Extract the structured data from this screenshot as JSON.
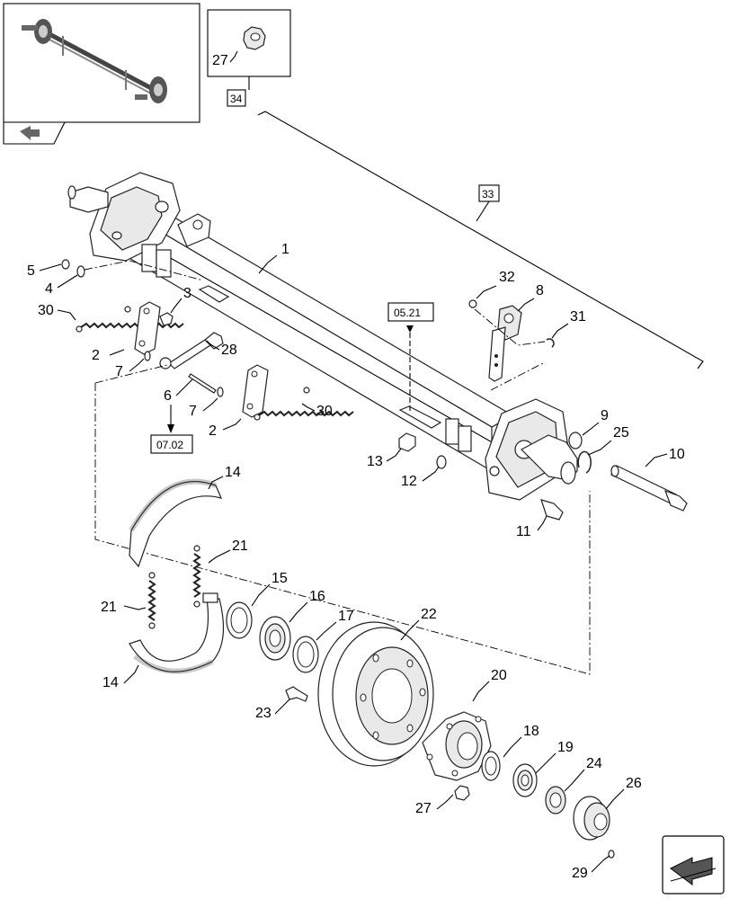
{
  "diagram": {
    "callouts": {
      "c1": "1",
      "c2a": "2",
      "c2b": "2",
      "c3": "3",
      "c4": "4",
      "c5": "5",
      "c6": "6",
      "c7a": "7",
      "c7b": "7",
      "c8": "8",
      "c9": "9",
      "c10": "10",
      "c11": "11",
      "c12": "12",
      "c13": "13",
      "c14a": "14",
      "c14b": "14",
      "c15": "15",
      "c16": "16",
      "c17": "17",
      "c18": "18",
      "c19": "19",
      "c20": "20",
      "c21a": "21",
      "c21b": "21",
      "c22": "22",
      "c23": "23",
      "c24": "24",
      "c25": "25",
      "c26": "26",
      "c27a": "27",
      "c27b": "27",
      "c28": "28",
      "c29": "29",
      "c30a": "30",
      "c30b": "30",
      "c31": "31",
      "c32": "32"
    },
    "refs": {
      "r33": "33",
      "r34": "34",
      "r0521": "05.21",
      "r0702": "07.02"
    },
    "icons": {
      "thumbnail": "axle-overview-thumbnail",
      "nav_back": "back-arrow-icon",
      "nav_next": "next-page-arrow-icon"
    }
  }
}
